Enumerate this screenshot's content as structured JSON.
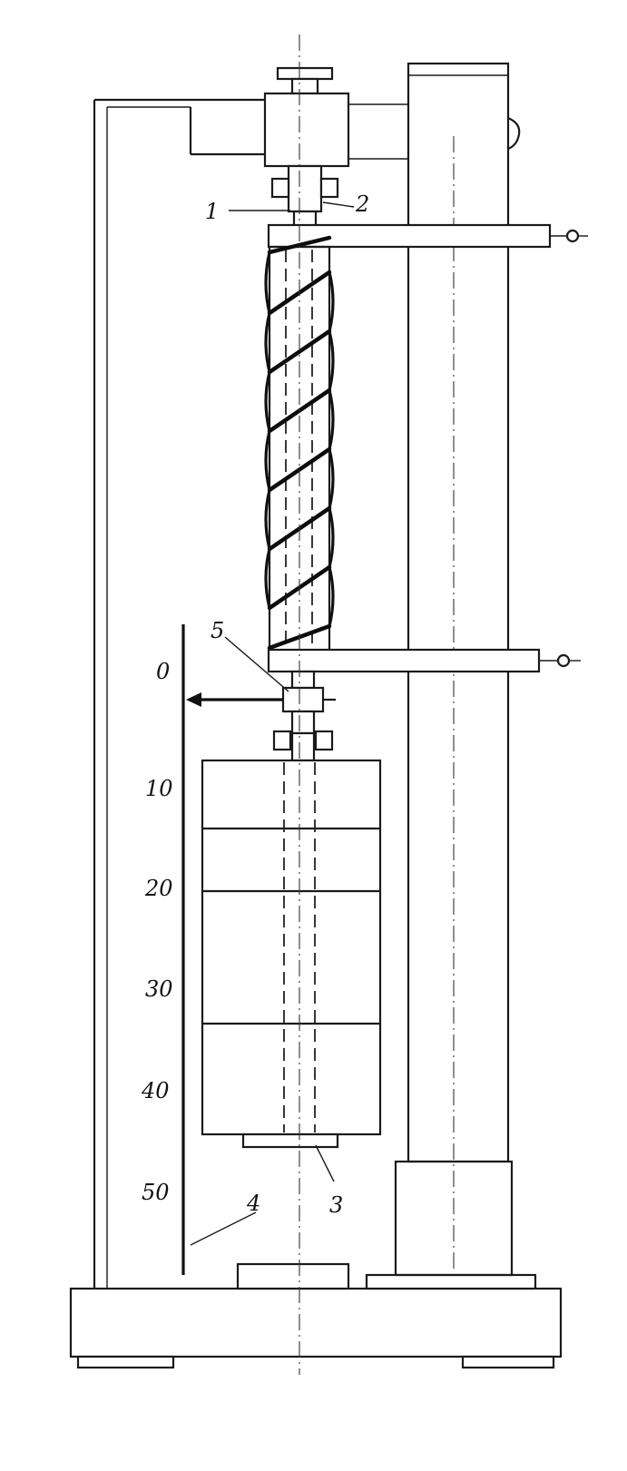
{
  "callouts": {
    "c1": "1",
    "c2": "2",
    "c3": "3",
    "c4": "4",
    "c5": "5"
  },
  "scale": {
    "ticks": [
      "0",
      "10",
      "20",
      "30",
      "40",
      "50"
    ]
  }
}
